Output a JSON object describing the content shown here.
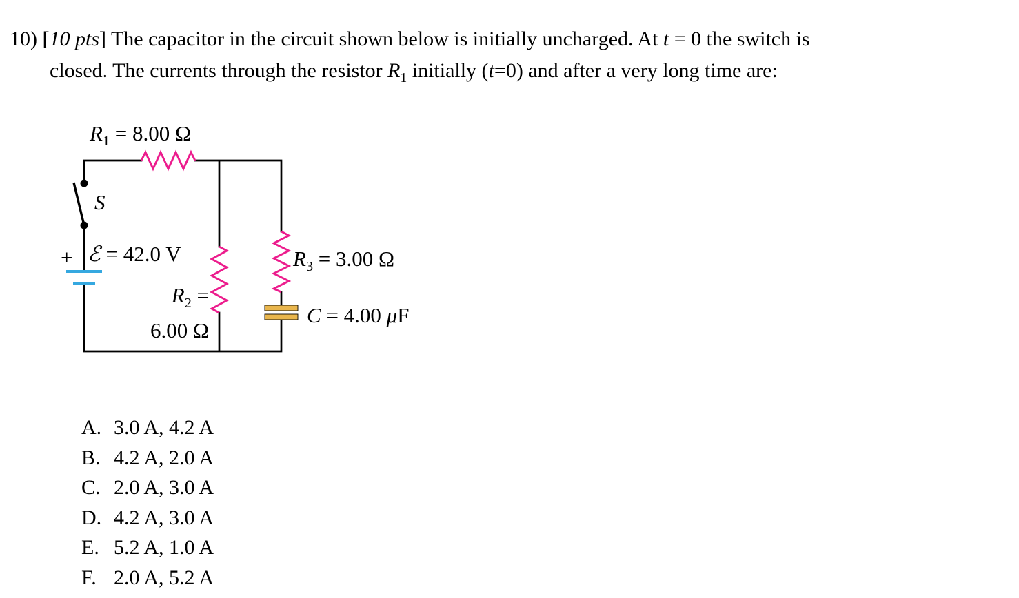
{
  "question": {
    "l1_a": "10) [",
    "l1_pts": "10 pts",
    "l1_b": "] The capacitor in the circuit shown below is initially uncharged. At ",
    "l1_t": "t",
    "l1_c": " = 0 the switch is",
    "l2_a": "closed. The currents through the resistor ",
    "l2_R": "R",
    "l2_Rsub": "1",
    "l2_b": " initially (",
    "l2_t": "t",
    "l2_c": "=0) and after a very long time are:"
  },
  "circuit": {
    "r1_name": "R",
    "r1_sub": "1",
    "r1_value": " = 8.00 Ω",
    "switch_label": "S",
    "battery_plus": "+",
    "emf_symbol": "ℰ",
    "emf_value": " = 42.0 V",
    "r2_name": "R",
    "r2_sub": "2",
    "r2_eq": " =",
    "r2_value": "6.00 Ω",
    "r3_name": "R",
    "r3_sub": "3",
    "r3_value": " = 3.00 Ω",
    "cap_name": "C",
    "cap_eq": " = 4.00 ",
    "cap_mu": "μ",
    "cap_unit": "F"
  },
  "answers": [
    {
      "letter": "A.",
      "value": "3.0 A, 4.2 A"
    },
    {
      "letter": "B.",
      "value": "4.2 A, 2.0 A"
    },
    {
      "letter": "C.",
      "value": "2.0 A, 3.0 A"
    },
    {
      "letter": "D.",
      "value": "4.2 A, 3.0 A"
    },
    {
      "letter": "E.",
      "value": "5.2 A, 1.0 A"
    },
    {
      "letter": "F.",
      "value": "2.0 A, 5.2 A"
    }
  ],
  "colors": {
    "wire": "#000000",
    "resistor": "#ec1c8d",
    "battery": "#35a8e0",
    "capacitor": "#e9b64d"
  }
}
